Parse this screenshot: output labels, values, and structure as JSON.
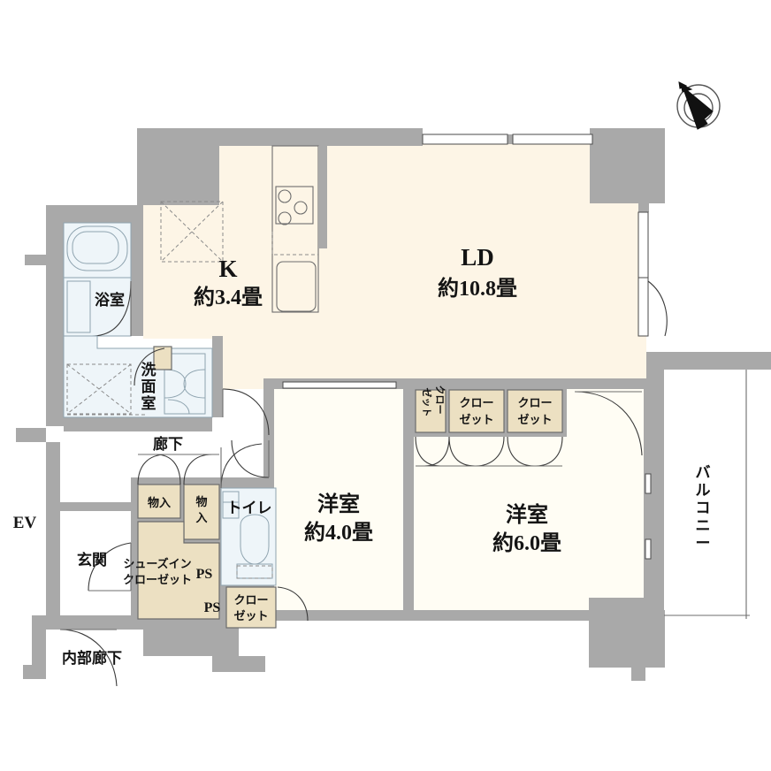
{
  "document": {
    "type": "residential-floor-plan",
    "language": "ja"
  },
  "rooms": [
    {
      "id": "ld",
      "name": "LD",
      "area": "約10.8畳"
    },
    {
      "id": "kitchen",
      "name": "K",
      "area": "約3.4畳"
    },
    {
      "id": "bedroom1",
      "name": "洋室",
      "area": "約4.0畳"
    },
    {
      "id": "bedroom2",
      "name": "洋室",
      "area": "約6.0畳"
    }
  ],
  "labels": {
    "bath": "浴室",
    "washroom": "洗面室",
    "corridor": "廊下",
    "storage_1": "物入",
    "storage_2": "物入",
    "shoes_in_closet": "シューズインクローゼット",
    "shoes_in_closet_line1": "シューズイン",
    "shoes_in_closet_line2": "クローゼット",
    "entrance": "玄関",
    "inner_corridor": "内部廊下",
    "elevator": "EV",
    "toilet": "トイレ",
    "ps_upper": "PS",
    "ps_lower": "PS",
    "balcony": "バルコニー",
    "closet_bed1_line1": "クロー",
    "closet_bed1_line2": "ゼット",
    "closet_small_vert_a": "ゼット",
    "closet_small_vert_b": "クロー",
    "closet_a_line1": "クロー",
    "closet_a_line2": "ゼット",
    "closet_b_line1": "クロー",
    "closet_b_line2": "ゼット"
  },
  "fixtures": {
    "bathtub": "bathtub-icon",
    "stove": "stove-icon",
    "sink": "sink-icon",
    "toilet_bowl": "toilet-icon",
    "washer_space": "washing-machine-space-icon",
    "vanity": "vanity-icon",
    "compass": "north-arrow-icon"
  },
  "colors": {
    "room_fill": "#fdf5e6",
    "wall": "#a9a9a9",
    "closet_fill": "#ece0c2",
    "wet_fill": "#eef5f9",
    "line": "#5c5c5c",
    "text": "#141414"
  }
}
